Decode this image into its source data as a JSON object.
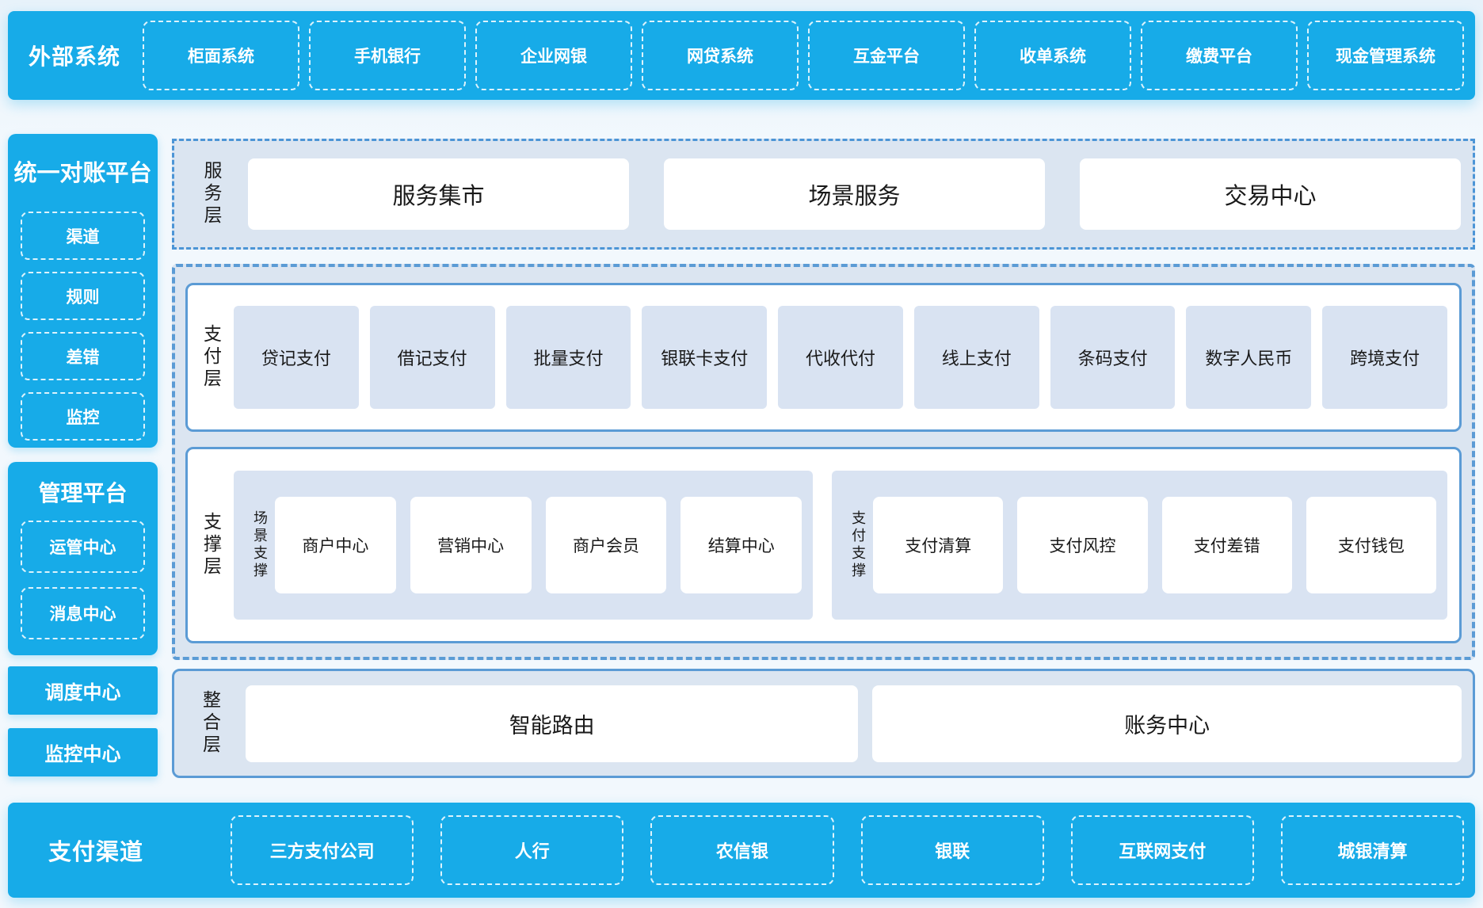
{
  "colors": {
    "accent_blue": "#17abe8",
    "border_blue": "#5b9bd5",
    "panel_bg": "#dbe5f1",
    "item_bg": "#d9e3f2"
  },
  "top_banner": {
    "title": "外部系统",
    "items": [
      "柜面系统",
      "手机银行",
      "企业网银",
      "网贷系统",
      "互金平台",
      "收单系统",
      "缴费平台",
      "现金管理系统"
    ]
  },
  "sidebar": {
    "reconciliation": {
      "title": "统一对账平台",
      "items": [
        "渠道",
        "规则",
        "差错",
        "监控"
      ]
    },
    "management": {
      "title": "管理平台",
      "items": [
        "运管中心",
        "消息中心"
      ]
    },
    "dispatch_center": "调度中心",
    "monitor_center": "监控中心"
  },
  "layers": {
    "service": {
      "label": "服务层",
      "items": [
        "服务集市",
        "场景服务",
        "交易中心"
      ]
    },
    "payment": {
      "label": "支付层",
      "items": [
        "贷记支付",
        "借记支付",
        "批量支付",
        "银联卡支付",
        "代收代付",
        "线上支付",
        "条码支付",
        "数字人民币",
        "跨境支付"
      ]
    },
    "support": {
      "label": "支撑层",
      "groups": [
        {
          "label": "场景支撑",
          "items": [
            "商户中心",
            "营销中心",
            "商户会员",
            "结算中心"
          ]
        },
        {
          "label": "支付支撑",
          "items": [
            "支付清算",
            "支付风控",
            "支付差错",
            "支付钱包"
          ]
        }
      ]
    },
    "integration": {
      "label": "整合层",
      "items": [
        "智能路由",
        "账务中心"
      ]
    }
  },
  "bottom_banner": {
    "title": "支付渠道",
    "items": [
      "三方支付公司",
      "人行",
      "农信银",
      "银联",
      "互联网支付",
      "城银清算"
    ]
  }
}
